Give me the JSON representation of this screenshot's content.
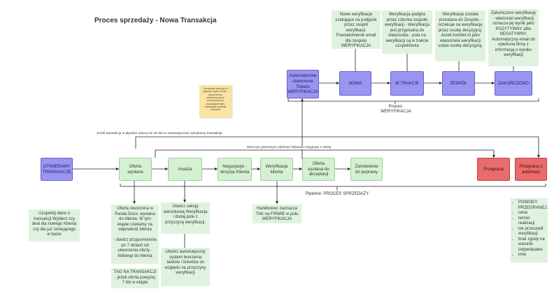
{
  "title": "Proces sprzedaży - Nowa Transakcja",
  "sticky_note": "Transakcje dzie typ! w pipeline nowe 30 dni - jezeli termin przekroczony to przenosimy do pozostalych albo transakcja zostanie usunieta",
  "verification": {
    "nodes": {
      "auto": "Automatyczne utworzenie Ticketu WERYFIKACJA",
      "nowa": "NOWA",
      "w_trakcie": "W TRAKCIE",
      "zespol": "ZESPÓŁ",
      "zakonczono": "ZAKOŃCZONO"
    },
    "notes": {
      "nowa": "Nowe weryfikacje czekające na podjęcie przez zespół weryfikacji. Powiadomienie email dla zespołu WERYFIKACJA",
      "w_trakcie": "Weryfikacja podjęta przez członka zespołu weryfikacji - Weryfikacja jest przypisana do właściciela - pola na weryfikacji są w trakcie uzupełnienia",
      "zespol": "Weryfikacja została przesłana do Zespołu - oczekuje na weryfikację przez osobę decyzyjną. Jeżeli komitet to jako właściciela weryfikacji ustaw osobę decyzyjną.",
      "zakonczono": "Zakończono weryfikację - właściciel weryfikacji oznacza jej wynik jako POZYTYWNY albo NEGATYWNY. Automatyczny email do opiekuna firmy z informacją o wyniku weryfikacji"
    },
    "label_line1": "Proces:",
    "label_line2": "WERYFIKACJA"
  },
  "connectors": {
    "expiry": "Jeżeli transakcja w pipeline więcej niż 30 dni to automatycznie zamykamy transakcje",
    "phone": "Klient po pierwszym telefonie followup rezygnuje z oferty"
  },
  "pipeline": {
    "nodes": {
      "otwieramy": "OTWIERAMY TRANSAKCJE",
      "oferta": "Oferta wysłana",
      "analiza": "Analiza",
      "negocjacje": "Negocjacje - decyzja Klienta",
      "weryfikacja": "Weryfikacja klienta",
      "akceptacja": "Oferta wysłana do akceptacji",
      "zamowienie": "Zamówienie do poprawy",
      "przegrana": "Przegrana",
      "przegrana_auto": "Przegrana z automatu"
    },
    "label": "Pipeline: PROCES SPRZEDAŻY"
  },
  "notes": {
    "uzupelnij": "Uzupełnij dane o transakcji Wybierz czy deal dla nowego Klienta czy dla już istniejącego w bazie",
    "oferta": "Oferta stworzona w Panda Docs, wysłana do klienta. W tym etapie czekamy na odpowiedź klienta\n\n- stwórz przypomnienie po 7 dniach od utworzenia oferty - followup do klienta",
    "tag": "TAG NA TRANSAKCJI - jeżeli oferta powyżej 7 dni w etapie",
    "sekcja": "Utwórz sekcję warunkową Weryfikacja i dodaj pole z przyczyną weryfikacji.",
    "automatyczny": "Utwórz automatyczny system tworzenia tasków / ticketów ze względu na przyczyny weryfikacji",
    "handlowiec": "Handlowiec zaznacza TAK na FIRMIE w polu WERYFIKACJA",
    "powody_title": "POWODY PRZEGRANEJ:",
    "powody": [
      "cena",
      "termin realizacji",
      "nie przeszedł weryfikacji",
      "brak zgody na warunki indywidualne",
      "inne"
    ]
  }
}
